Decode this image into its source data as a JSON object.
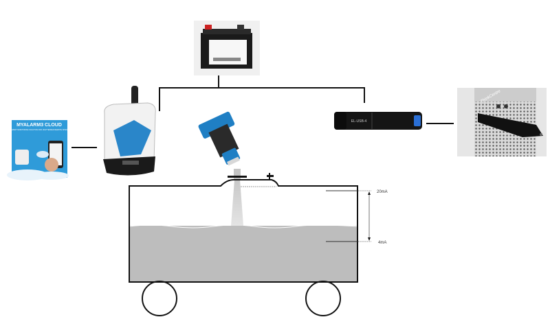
{
  "app_card": {
    "title": "MYALARM3 CLOUD",
    "subtitle": "SMART MONITORING SOLUTION FOR UNATTENDED REMOTE SITES"
  },
  "logger": {
    "label": "EL-USB-4"
  },
  "pc": {
    "brand": "ThinkCentre"
  },
  "tank": {
    "level_high_label": "20mA",
    "level_low_label": "4mA"
  },
  "colors": {
    "app_bg": "#2f9bd9",
    "sensor_blue": "#1f7fc4",
    "liquid": "#bdbdbd",
    "logger_accent": "#2a6fd6"
  }
}
